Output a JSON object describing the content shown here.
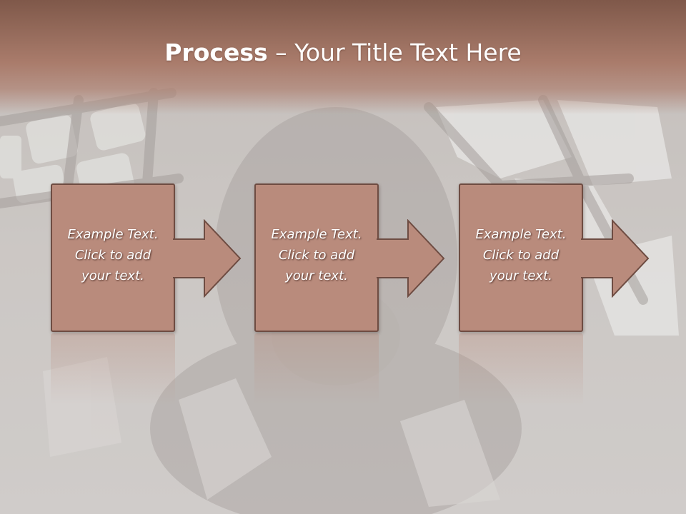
{
  "title": {
    "bold": "Process",
    "rest": " – Your Title Text Here"
  },
  "steps": [
    {
      "line1": "Example Text.",
      "line2": "Click  to add",
      "line3": "your text."
    },
    {
      "line1": "Example Text.",
      "line2": "Click  to add",
      "line3": "your text."
    },
    {
      "line1": "Example Text.",
      "line2": "Click  to add",
      "line3": "your text."
    }
  ],
  "colors": {
    "title_band": "#a87867",
    "box_fill": "#b98b7c",
    "box_border": "#6e4c42",
    "text": "#ffffff"
  },
  "icons": [
    "arrow-right-icon"
  ]
}
